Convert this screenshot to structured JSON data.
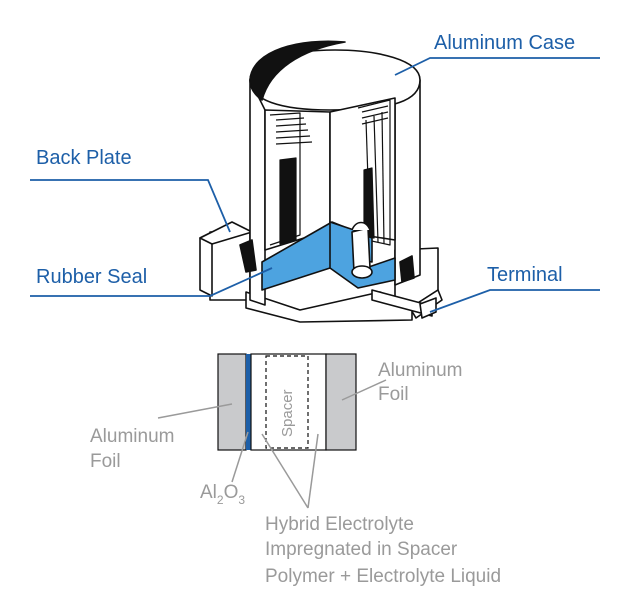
{
  "diagram": {
    "labels": {
      "aluminum_case": "Aluminum Case",
      "back_plate": "Back Plate",
      "rubber_seal": "Rubber Seal",
      "terminal": "Terminal"
    },
    "cross_section": {
      "aluminum_foil_right_1": "Aluminum",
      "aluminum_foil_right_2": "Foil",
      "aluminum_foil_left_1": "Aluminum",
      "aluminum_foil_left_2": "Foil",
      "spacer": "Spacer",
      "oxide_main_1": "Al",
      "oxide_sub_1": "2",
      "oxide_main_2": "O",
      "oxide_sub_2": "3",
      "electrolyte_line_1": "Hybrid Electrolyte",
      "electrolyte_line_2": "Impregnated in Spacer",
      "electrolyte_line_3": "Polymer + Electrolyte Liquid"
    },
    "colors": {
      "label_blue": "#1d5fa8",
      "accent_blue": "#4da3e0",
      "oxide_blue": "#1d5fa8",
      "foil_gray": "#c9cacc",
      "text_gray": "#9a9a9a",
      "outline": "#111111"
    }
  }
}
